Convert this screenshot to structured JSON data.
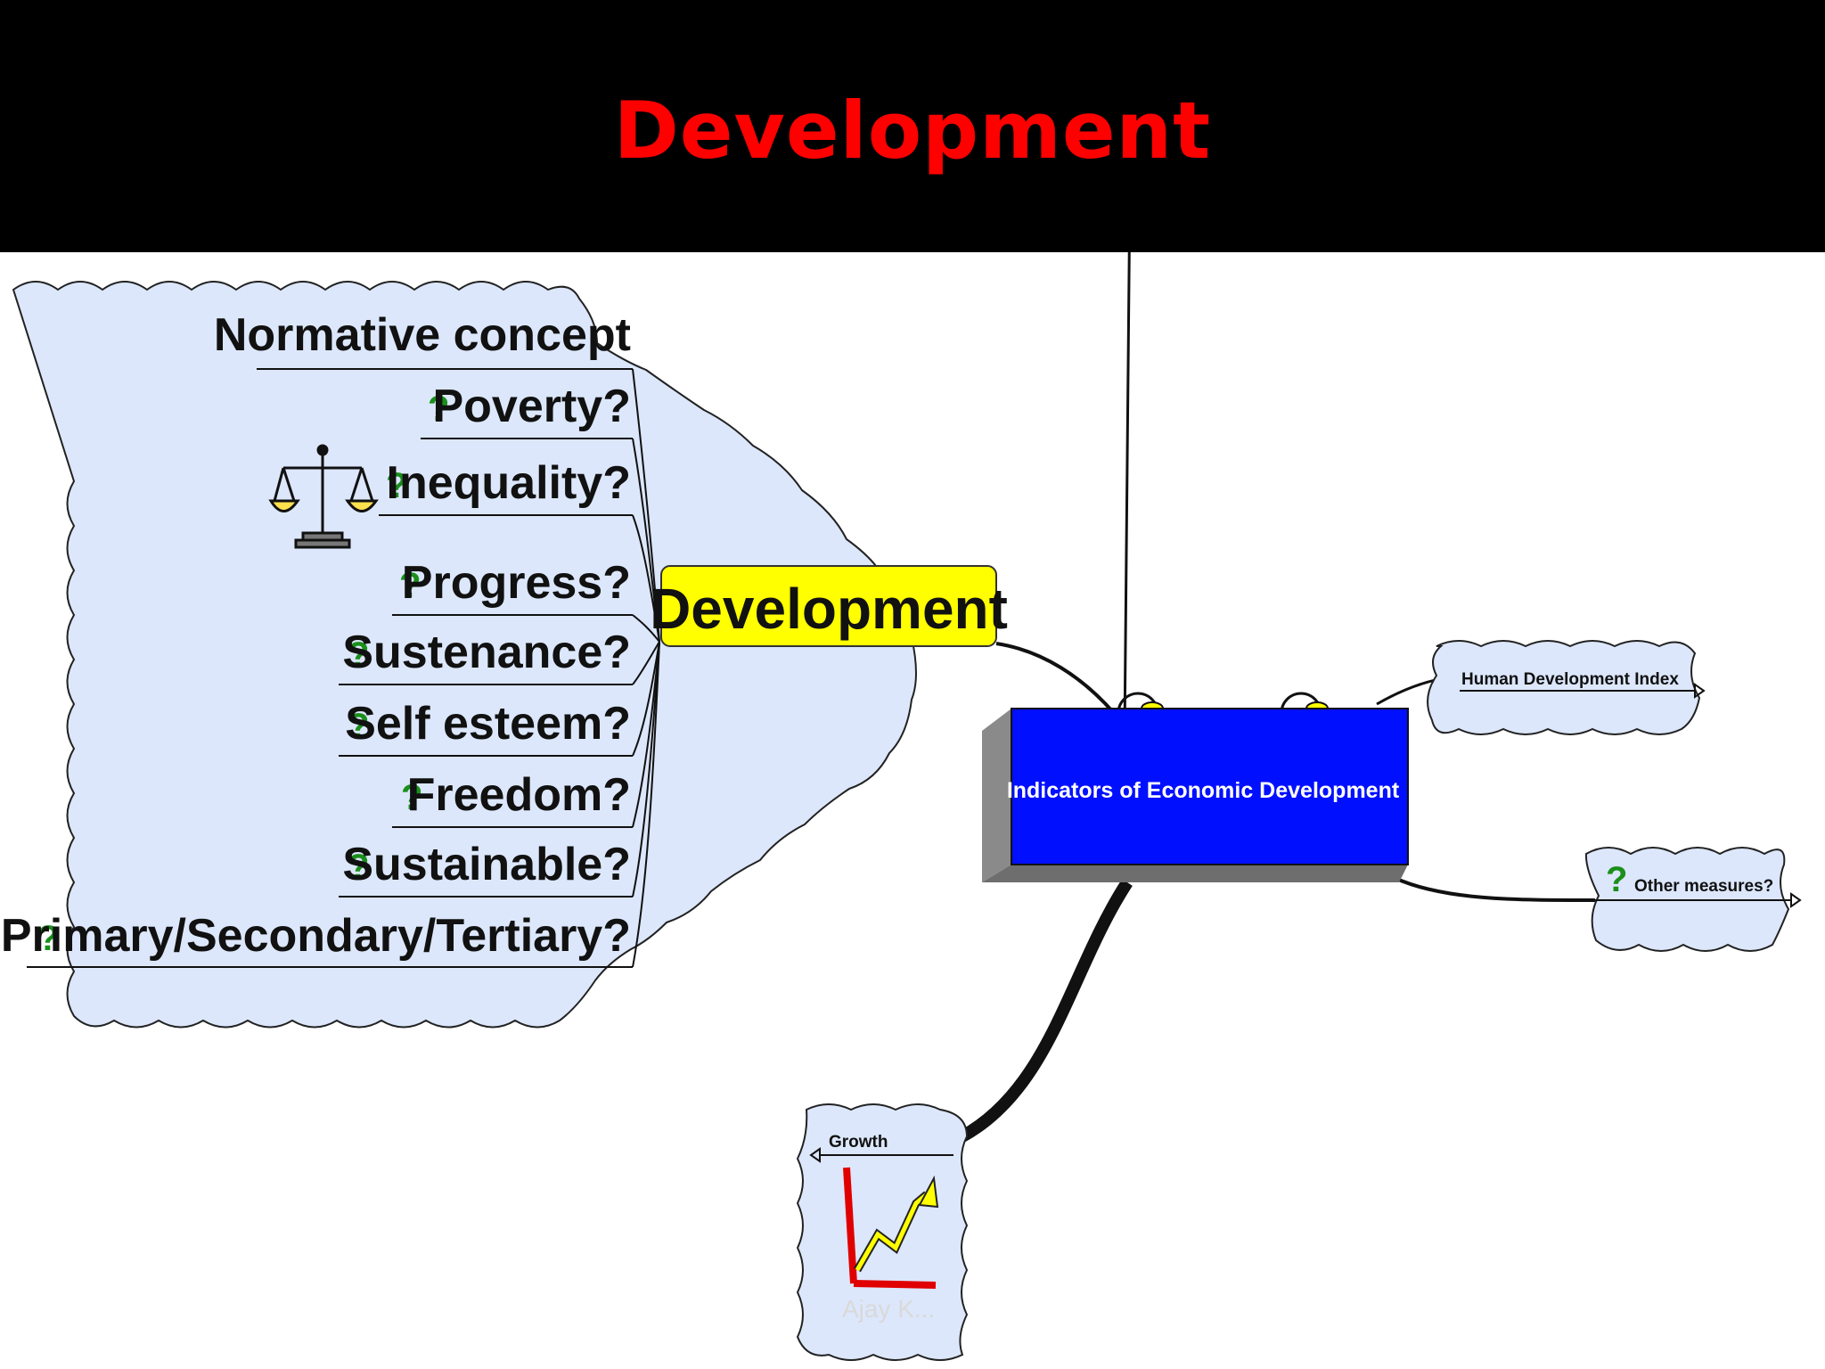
{
  "slide": {
    "title": "Development"
  },
  "diagram": {
    "central_topic": "Development",
    "cloud_items": [
      {
        "label": "Normative concept",
        "icon": ""
      },
      {
        "label": "Poverty?",
        "icon": "question-icon"
      },
      {
        "label": "Inequality?",
        "icon": "question-icon"
      },
      {
        "label": "Progress?",
        "icon": "question-icon"
      },
      {
        "label": "Sustenance?",
        "icon": "question-icon"
      },
      {
        "label": "Self esteem?",
        "icon": "question-icon"
      },
      {
        "label": "Freedom?",
        "icon": "question-icon"
      },
      {
        "label": "Sustainable?",
        "icon": "question-icon"
      },
      {
        "label": "Primary/Secondary/Tertiary?",
        "icon": "question-icon"
      }
    ],
    "box_title": "Indicators of Economic Development",
    "hdi_label": "Human Development Index",
    "other_label": "Other measures?",
    "growth_label": "Growth",
    "watermark": "Ajay K..."
  },
  "colors": {
    "title": "#ff0000",
    "cloud_fill": "#dce7fb",
    "central_bg": "#ffff00",
    "box_blue": "#0010ff",
    "box_side": "#9a9a9a",
    "question_icon": "#1a8f1a"
  }
}
